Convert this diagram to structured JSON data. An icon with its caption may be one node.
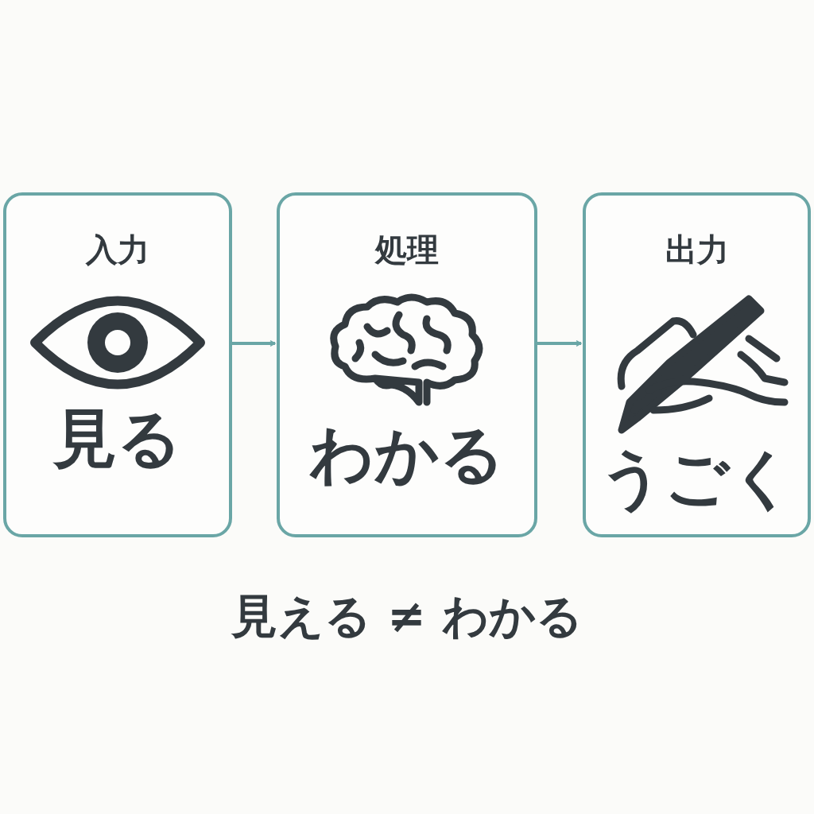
{
  "diagram": {
    "nodes": [
      {
        "text": [
          "入力",
          "見る"
        ]
      },
      {
        "text": [
          "処理",
          "わかる"
        ]
      },
      {
        "text": [
          "出力",
          "うごく"
        ]
      }
    ],
    "edges": [
      {
        "from": 0,
        "to": 1,
        "arrow": "to"
      },
      {
        "from": 1,
        "to": 2,
        "arrow": "to"
      }
    ],
    "labels": [
      "見える ≠ わかる"
    ]
  }
}
